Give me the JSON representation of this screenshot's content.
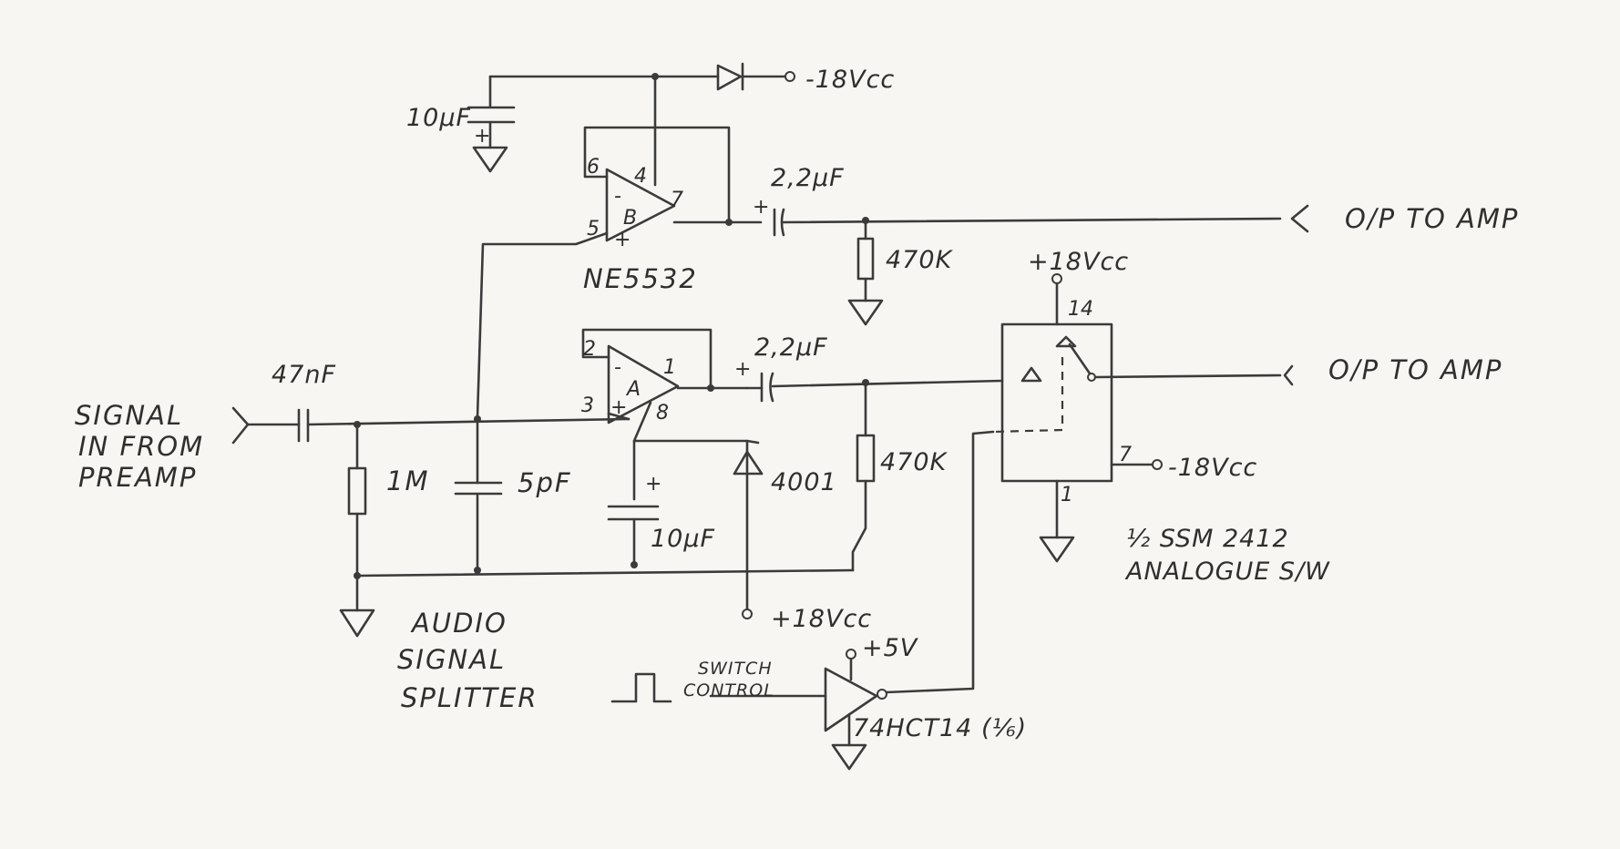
{
  "labels": {
    "v_neg18_top": "-18Vcc",
    "cap_10uf_top": "10μF",
    "cap_22uf_b": "2,2μF",
    "out_b": "O/P TO AMP",
    "r_470k_b": "470K",
    "ic_name": "NE5532",
    "v_pos18_switch": "+18Vcc",
    "cap_22uf_a": "2,2μF",
    "out_a": "O/P TO AMP",
    "cap_47nf": "47nF",
    "input_line1": "SIGNAL",
    "input_line2": "IN FROM",
    "input_line3": "PREAMP",
    "r_1m": "1M",
    "cap_5pf": "5pF",
    "diode_4001": "4001",
    "r_470k_a": "470K",
    "cap_10uf_mid": "10μF",
    "v_neg18_switch": "-18Vcc",
    "switch_line1": "½ SSM 2412",
    "switch_line2": "ANALOGUE S/W",
    "v_pos18_bias": "+18Vcc",
    "splitter_line1": "AUDIO",
    "splitter_line2": "SIGNAL",
    "splitter_line3": "SPLITTER",
    "ctrl_line1": "SWITCH",
    "ctrl_line2": "CONTROL",
    "v_pos5": "+5V",
    "inverter": "74HCT14 (⅙)"
  },
  "pins": {
    "b_inv": "6",
    "b_vneg": "4",
    "b_out": "7",
    "b_ninv": "5",
    "b_minus": "-",
    "b_plus": "+",
    "b_name": "B",
    "a_inv": "2",
    "a_out": "1",
    "a_ninv": "3",
    "a_vpos": "8",
    "a_minus": "-",
    "a_plus": "+",
    "a_name": "A",
    "cap_plus_b": "+",
    "cap_plus_a": "+",
    "cap_plus_10uf": "+",
    "cap_plus_top": "+",
    "sw_vpos": "14",
    "sw_vneg": "7",
    "sw_gnd": "1"
  }
}
